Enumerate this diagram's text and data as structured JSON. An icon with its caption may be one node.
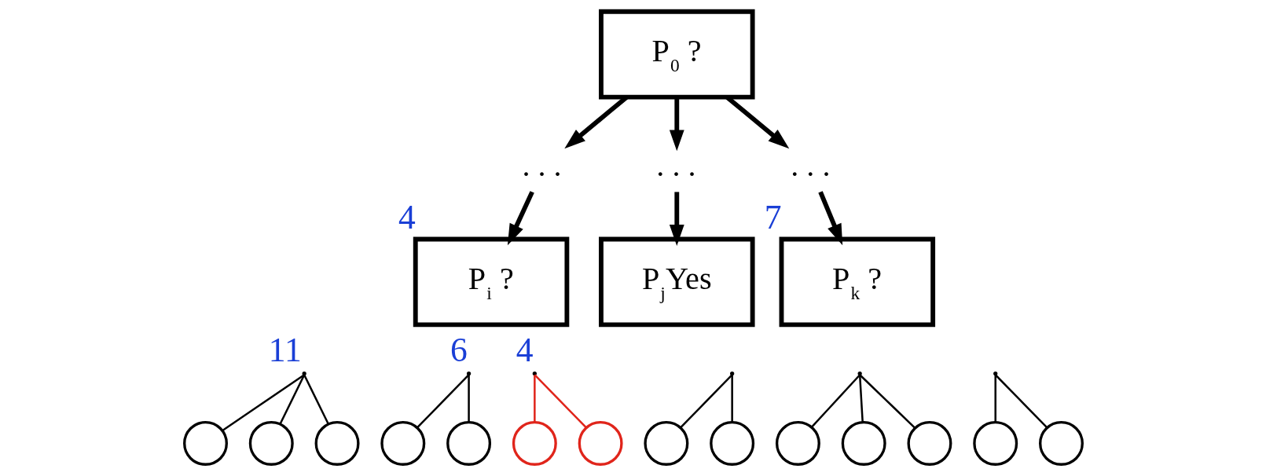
{
  "diagram": {
    "nodes": [
      {
        "text": [
          "P$_{0}$ ?"
        ]
      },
      {
        "text": [
          ". . ."
        ]
      },
      {
        "text": [
          ". . ."
        ]
      },
      {
        "text": [
          ". . ."
        ]
      },
      {
        "text": [
          "P$_{i}$ ?"
        ],
        "beside": [
          "4"
        ]
      },
      {
        "text": [
          "P$_{j}$Yes"
        ]
      },
      {
        "text": [
          "P$_{k}$ ?"
        ],
        "beside": [
          "7"
        ]
      },
      {
        "text": [],
        "shape": "point",
        "beside": [
          "11"
        ]
      },
      {
        "text": [],
        "shape": "circle"
      },
      {
        "text": [],
        "shape": "circle"
      },
      {
        "text": [],
        "shape": "circle"
      },
      {
        "text": [],
        "shape": "point",
        "beside": [
          "6"
        ]
      },
      {
        "text": [],
        "shape": "circle"
      },
      {
        "text": [],
        "shape": "circle"
      },
      {
        "text": [],
        "shape": "point",
        "beside": [
          "4"
        ]
      },
      {
        "text": [],
        "shape": "circle"
      },
      {
        "text": [],
        "shape": "circle"
      },
      {
        "text": [],
        "shape": "point"
      },
      {
        "text": [],
        "shape": "circle"
      },
      {
        "text": [],
        "shape": "circle"
      },
      {
        "text": [],
        "shape": "point"
      },
      {
        "text": [],
        "shape": "circle"
      },
      {
        "text": [],
        "shape": "circle"
      },
      {
        "text": [],
        "shape": "circle"
      },
      {
        "text": [],
        "shape": "point"
      },
      {
        "text": [],
        "shape": "circle"
      },
      {
        "text": [],
        "shape": "circle"
      }
    ],
    "edges": [
      {
        "from": 0,
        "to": 1,
        "arrow": "to",
        "style": "thick"
      },
      {
        "from": 0,
        "to": 2,
        "arrow": "to",
        "style": "thick"
      },
      {
        "from": 0,
        "to": 3,
        "arrow": "to",
        "style": "thick"
      },
      {
        "from": 1,
        "to": 4,
        "arrow": "to",
        "style": "thick"
      },
      {
        "from": 2,
        "to": 5,
        "arrow": "to",
        "style": "thick"
      },
      {
        "from": 3,
        "to": 6,
        "arrow": "to",
        "style": "thick"
      },
      {
        "from": 7,
        "to": 8,
        "arrow": "none"
      },
      {
        "from": 7,
        "to": 9,
        "arrow": "none"
      },
      {
        "from": 7,
        "to": 10,
        "arrow": "none"
      },
      {
        "from": 11,
        "to": 12,
        "arrow": "none"
      },
      {
        "from": 11,
        "to": 13,
        "arrow": "none"
      },
      {
        "from": 14,
        "to": 15,
        "arrow": "none",
        "color": "#e0251b"
      },
      {
        "from": 14,
        "to": 16,
        "arrow": "none",
        "color": "#e0251b"
      },
      {
        "from": 17,
        "to": 18,
        "arrow": "none"
      },
      {
        "from": 17,
        "to": 19,
        "arrow": "none"
      },
      {
        "from": 20,
        "to": 21,
        "arrow": "none"
      },
      {
        "from": 20,
        "to": 22,
        "arrow": "none"
      },
      {
        "from": 20,
        "to": 23,
        "arrow": "none"
      },
      {
        "from": 24,
        "to": 25,
        "arrow": "none"
      },
      {
        "from": 24,
        "to": 26,
        "arrow": "none"
      }
    ]
  }
}
